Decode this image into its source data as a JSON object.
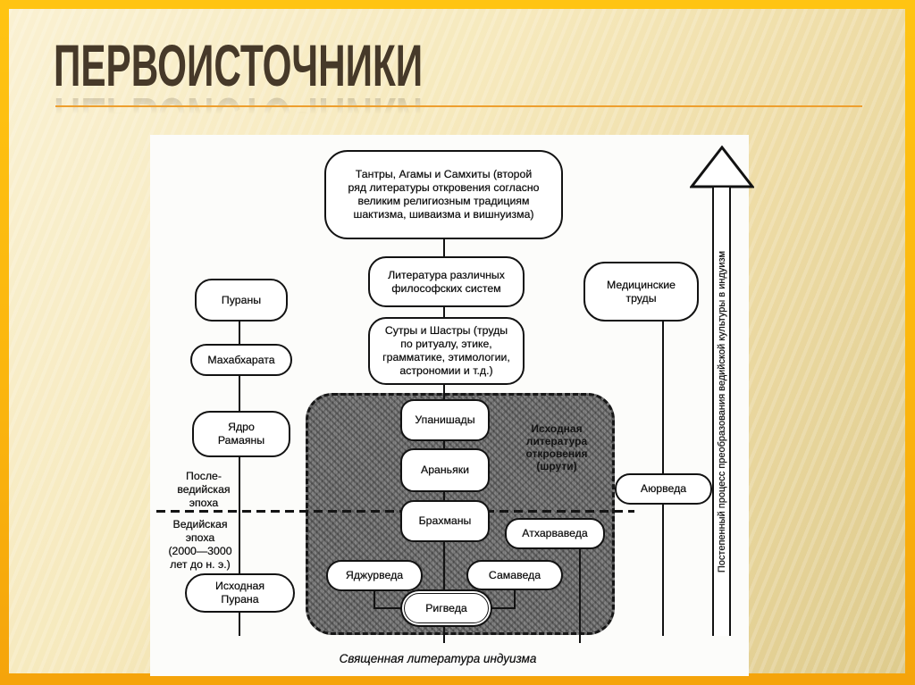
{
  "slide": {
    "title": "ПЕРВОИСТОЧНИКИ",
    "caption": "Священная литература индуизма"
  },
  "boxes": {
    "tantry": "Тантры, Агамы и Самхиты (второй\nряд литературы откровения согласно\nвеликим религиозным традициям\nшактизма, шиваизма и вишнуизма)",
    "philosophy": "Литература различных\nфилософских систем",
    "sutry": "Сутры и Шастры (труды\nпо ритуалу, этике,\nграмматике, этимологии,\nастрономии и т.д.)",
    "purany": "Пураны",
    "mahabharata": "Махабхарата",
    "yadro_ramayany": "Ядро\nРамаяны",
    "iskhodnaya_purana": "Исходная\nПурана",
    "upanishady": "Упанишады",
    "aranyaki": "Араньяки",
    "brahmany": "Брахманы",
    "atharvaveda": "Атхарваведа",
    "yajurveda": "Яджурведа",
    "samaveda": "Самаведа",
    "rigveda": "Ригведа",
    "med_trudy": "Медицинские\nтруды",
    "ayurveda": "Аюрведа"
  },
  "labels": {
    "shruti_area": "Исходная\nлитература\nоткровения\n(шрути)",
    "post_vedic_epoch": "После-\nведийская\nэпоха",
    "vedic_epoch": "Ведийская\nэпоха\n(2000—3000\nлет до н. э.)",
    "arrow": "Постепенный процесс преобразования ведийской культуры в индуизм"
  },
  "colors": {
    "frame_gold": "#FBB60E",
    "background_cream": "#F4E7BC",
    "title_brown": "#463929",
    "underline_orange": "#EE9F2E",
    "shruti_gray": "#6F6F6F",
    "ink_black": "#121212",
    "panel_white": "#FCFCFA"
  }
}
